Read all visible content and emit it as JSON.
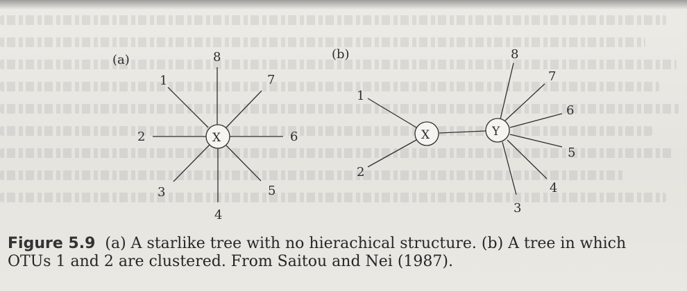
{
  "panel_a": {
    "label": "(a)",
    "center": "X",
    "leaves": [
      "1",
      "2",
      "3",
      "4",
      "5",
      "6",
      "7",
      "8"
    ]
  },
  "panel_b": {
    "label": "(b)",
    "internal_left": "X",
    "internal_right": "Y",
    "leaves": [
      "1",
      "2",
      "3",
      "4",
      "5",
      "6",
      "7",
      "8"
    ]
  },
  "caption": {
    "figure_label": "Figure 5.9",
    "text": "(a) A starlike tree with no hierachical structure. (b) A tree in which OTUs 1 and 2 are clustered. From Saitou and Nei (1987)."
  }
}
